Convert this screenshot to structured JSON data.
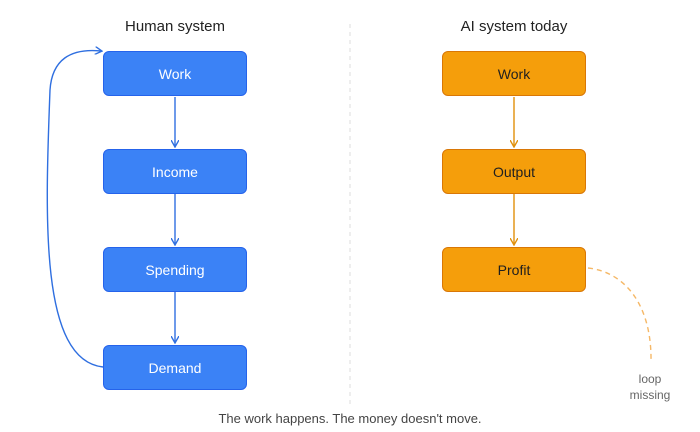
{
  "left": {
    "title": "Human system",
    "nodes": [
      "Work",
      "Income",
      "Spending",
      "Demand"
    ],
    "color": "#3b82f6",
    "text_color": "#ffffff"
  },
  "right": {
    "title": "AI system today",
    "nodes": [
      "Work",
      "Output",
      "Profit"
    ],
    "color": "#f59e0b",
    "text_color": "#1f1f1f"
  },
  "loop_note": "loop missing",
  "caption": "The work happens. The money doesn't move."
}
